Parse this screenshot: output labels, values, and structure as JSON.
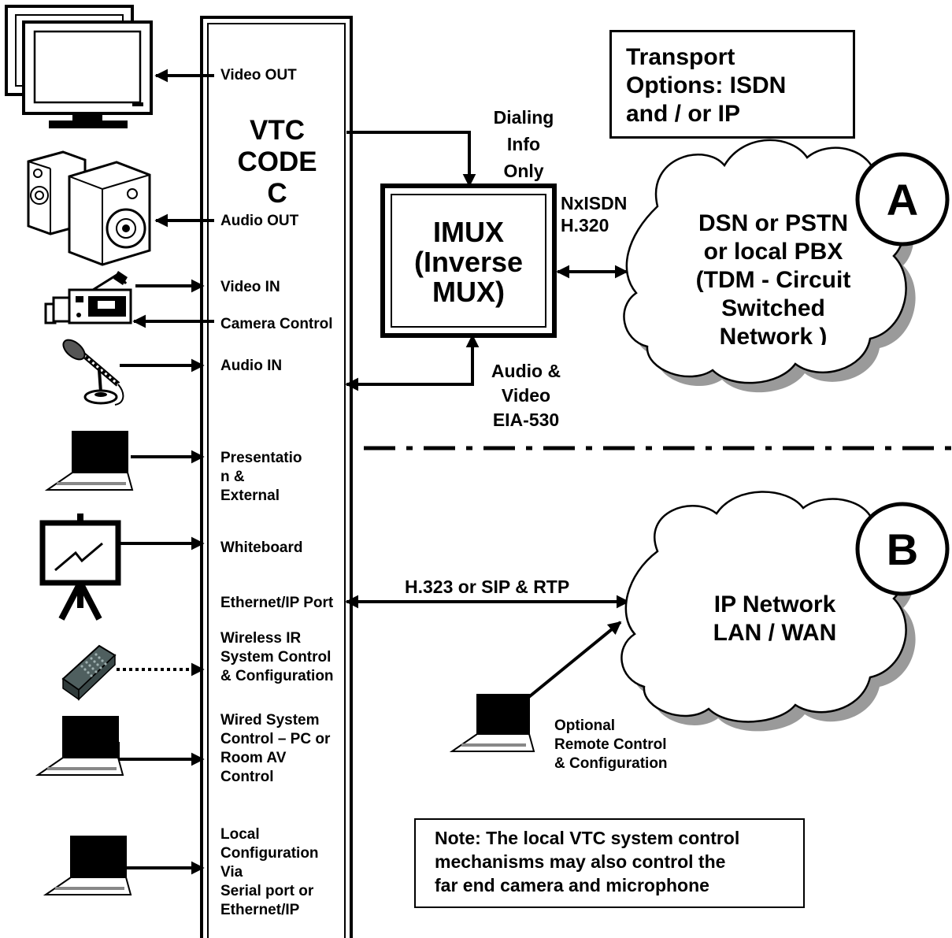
{
  "codec": {
    "title": "VTC\nCODE\nC"
  },
  "ports": {
    "video_out": "Video OUT",
    "audio_out": "Audio OUT",
    "video_in": "Video IN",
    "camera_control": "Camera Control",
    "audio_in": "Audio IN",
    "presentation": "Presentatio\nn &\nExternal",
    "whiteboard": "Whiteboard",
    "ethernet": "Ethernet/IP Port",
    "wireless": "Wireless IR\nSystem Control\n& Configuration",
    "wired": "Wired System\nControl – PC or\nRoom AV\nControl",
    "local": "Local\nConfiguration\nVia\nSerial port or\nEthernet/IP"
  },
  "imux": {
    "title": "IMUX\n(Inverse\nMUX)"
  },
  "links": {
    "dialing": "Dialing\nInfo\nOnly",
    "nxisdn": "NxISDN\nH.320",
    "audio_video": "Audio &\nVideo\nEIA-530",
    "h323": "H.323 or SIP & RTP"
  },
  "transport": {
    "text": "Transport\nOptions: ISDN\nand / or IP"
  },
  "cloud_a": {
    "letter": "A",
    "text": "DSN or PSTN\nor local PBX\n(TDM - Circuit\nSwitched\nNetwork )"
  },
  "cloud_b": {
    "letter": "B",
    "text": "IP Network\nLAN / WAN"
  },
  "remote": {
    "text": "Optional\nRemote Control\n& Configuration"
  },
  "note": {
    "text": "Note: The local VTC system control\nmechanisms may also control the\nfar end camera and microphone"
  },
  "icons": [
    "monitor-icon",
    "speaker-icon",
    "video-camera-icon",
    "microphone-icon",
    "laptop-icon",
    "whiteboard-easel-icon",
    "ir-remote-icon"
  ],
  "colors": {
    "line": "#000000",
    "background": "#ffffff",
    "cloud_shadow": "#9a9a9a",
    "remote_body": "#4f5f5f"
  }
}
